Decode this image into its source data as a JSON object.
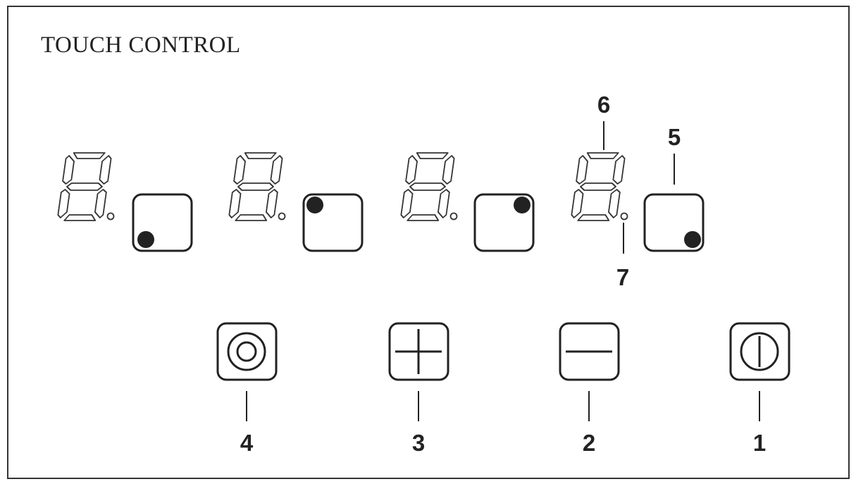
{
  "title": "TOUCH CONTROL",
  "zones": [
    {
      "dot_corner": "bottom-left"
    },
    {
      "dot_corner": "top-left"
    },
    {
      "dot_corner": "top-right"
    },
    {
      "dot_corner": "bottom-right"
    }
  ],
  "buttons": [
    {
      "icon": "concentric-circles-icon",
      "callout": "4"
    },
    {
      "icon": "plus-icon",
      "callout": "3"
    },
    {
      "icon": "minus-icon",
      "callout": "2"
    },
    {
      "icon": "power-icon",
      "callout": "1"
    }
  ],
  "callouts": {
    "decimal_point": "7",
    "display": "6",
    "zone_key": "5"
  },
  "colors": {
    "line": "#222222",
    "background": "#ffffff"
  }
}
